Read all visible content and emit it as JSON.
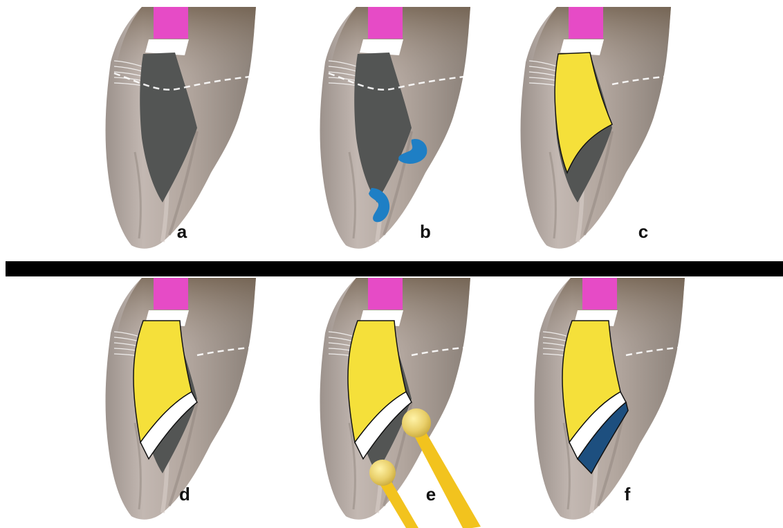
{
  "figure": {
    "panels": [
      {
        "id": "a",
        "label": "a"
      },
      {
        "id": "b",
        "label": "b"
      },
      {
        "id": "c",
        "label": "c"
      },
      {
        "id": "d",
        "label": "d"
      },
      {
        "id": "e",
        "label": "e"
      },
      {
        "id": "f",
        "label": "f"
      }
    ]
  },
  "colors": {
    "tooth_enamel": "#b7aba3",
    "tooth_dark": "#6f655d",
    "pulp_canal": "#e64bc6",
    "white_layer": "#ffffff",
    "dark_gray_cavity": "#535554",
    "yellow_composite": "#f5e03a",
    "blue_matrix": "#1e7fc5",
    "dark_blue_layer": "#1d4f7f",
    "instrument_yellow": "#f2c31e",
    "separator_bar": "#000000"
  }
}
